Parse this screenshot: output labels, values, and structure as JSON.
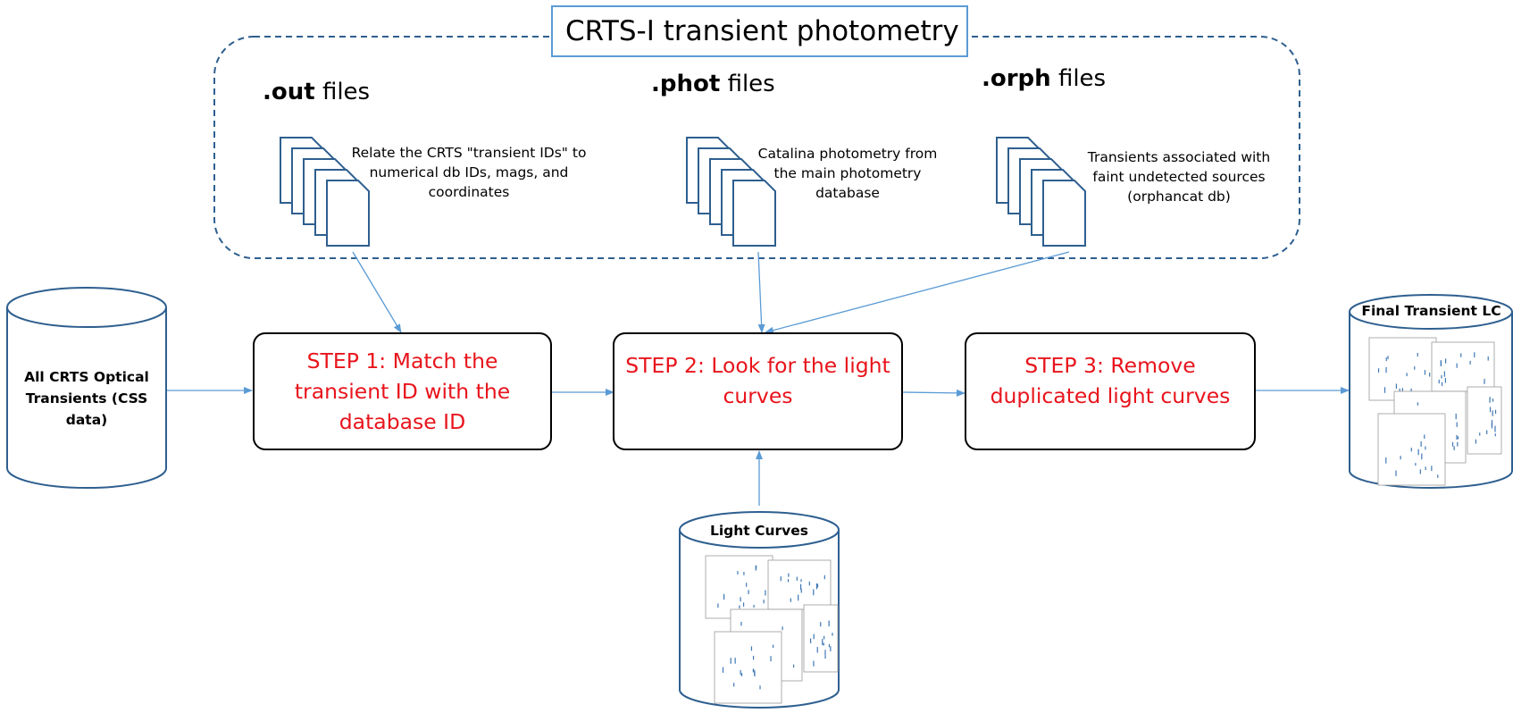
{
  "title": "CRTS-I transient photometry",
  "groups": [
    {
      "ext": ".out",
      "word": "files",
      "desc": [
        "Relate the CRTS \"transient IDs\" to",
        "numerical db IDs, mags, and",
        "coordinates"
      ]
    },
    {
      "ext": ".phot",
      "word": "files",
      "desc": [
        "Catalina photometry from",
        "the main photometry",
        "database"
      ]
    },
    {
      "ext": ".orph",
      "word": "files",
      "desc": [
        "Transients associated with",
        "faint undetected sources",
        "(orphancat db)"
      ]
    }
  ],
  "steps": [
    {
      "lines": [
        "STEP 1: Match the",
        "transient ID with the",
        "database ID"
      ]
    },
    {
      "lines": [
        "STEP 2: Look for the light",
        "curves"
      ]
    },
    {
      "lines": [
        "STEP 3: Remove",
        "duplicated light curves"
      ]
    }
  ],
  "databases": {
    "source": {
      "lines": [
        "All CRTS Optical",
        "Transients (CSS",
        "data)"
      ]
    },
    "light_curves": {
      "label": "Light Curves"
    },
    "final": {
      "label": "Final Transient LC"
    }
  },
  "colors": {
    "accent": "#5b9bd5",
    "step_text": "#e8141c",
    "stroke": "#2e5f8f"
  }
}
